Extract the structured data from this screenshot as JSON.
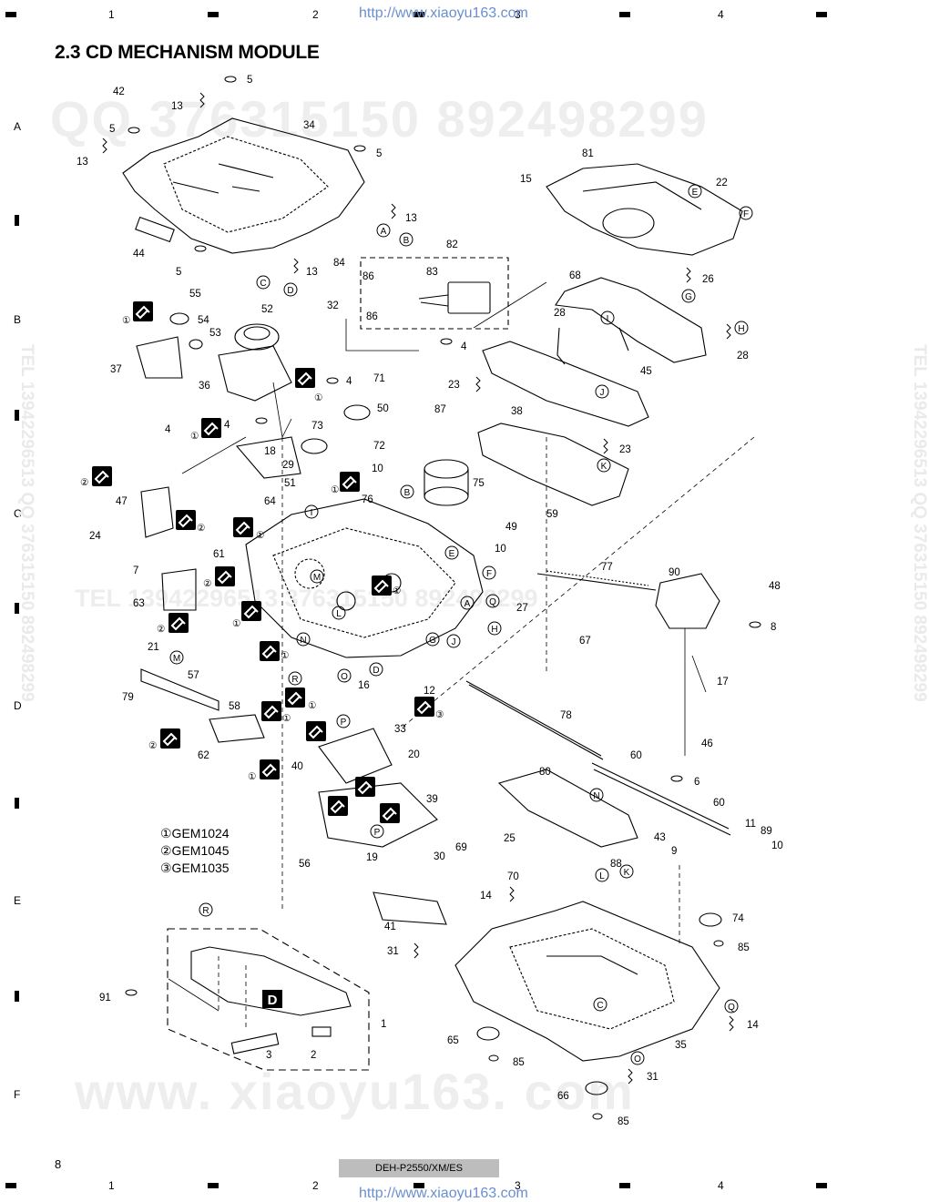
{
  "header": {
    "url": "http://www.xiaoyu163.com",
    "columns": [
      "1",
      "2",
      "3",
      "4"
    ]
  },
  "rows": [
    "A",
    "B",
    "C",
    "D",
    "E",
    "F"
  ],
  "title": "2.3 CD MECHANISM MODULE",
  "watermarks": {
    "qq_line": "QQ 376315150   892498299",
    "tel_line": "TEL 13942296513   376315150   892498299",
    "site": "www. xiaoyu163. com",
    "vertical_left": "TEL 13942296513  QQ 376315150  892498299",
    "vertical_right": "TEL 13942296513  QQ 376315150  892498299"
  },
  "legend": [
    "①GEM1024",
    "②GEM1045",
    "③GEM1035"
  ],
  "diagram": {
    "part_labels": [
      "1",
      "2",
      "3",
      "4",
      "5",
      "6",
      "7",
      "8",
      "9",
      "10",
      "11",
      "12",
      "13",
      "14",
      "15",
      "16",
      "17",
      "18",
      "19",
      "20",
      "21",
      "22",
      "23",
      "24",
      "25",
      "26",
      "27",
      "28",
      "29",
      "30",
      "31",
      "33",
      "34",
      "35",
      "36",
      "37",
      "38",
      "39",
      "40",
      "41",
      "42",
      "43",
      "44",
      "45",
      "46",
      "47",
      "48",
      "49",
      "50",
      "51",
      "52",
      "53",
      "54",
      "55",
      "56",
      "57",
      "58",
      "59",
      "60",
      "61",
      "62",
      "63",
      "64",
      "65",
      "66",
      "67",
      "68",
      "69",
      "70",
      "71",
      "72",
      "73",
      "74",
      "75",
      "76",
      "77",
      "78",
      "79",
      "80",
      "81",
      "82",
      "83",
      "84",
      "85",
      "86",
      "87",
      "88",
      "89",
      "90",
      "91"
    ],
    "ref_letters": [
      "A",
      "B",
      "C",
      "D",
      "E",
      "F",
      "G",
      "H",
      "I",
      "J",
      "K",
      "L",
      "M",
      "N",
      "O",
      "P",
      "Q",
      "R"
    ],
    "pcb_label": "D",
    "grease_markers": [
      "1",
      "2",
      "3"
    ]
  },
  "footer": {
    "page": "8",
    "model": "DEH-P2550/XM/ES",
    "url": "http://www.xiaoyu163.com",
    "columns": [
      "1",
      "2",
      "3",
      "4"
    ]
  }
}
